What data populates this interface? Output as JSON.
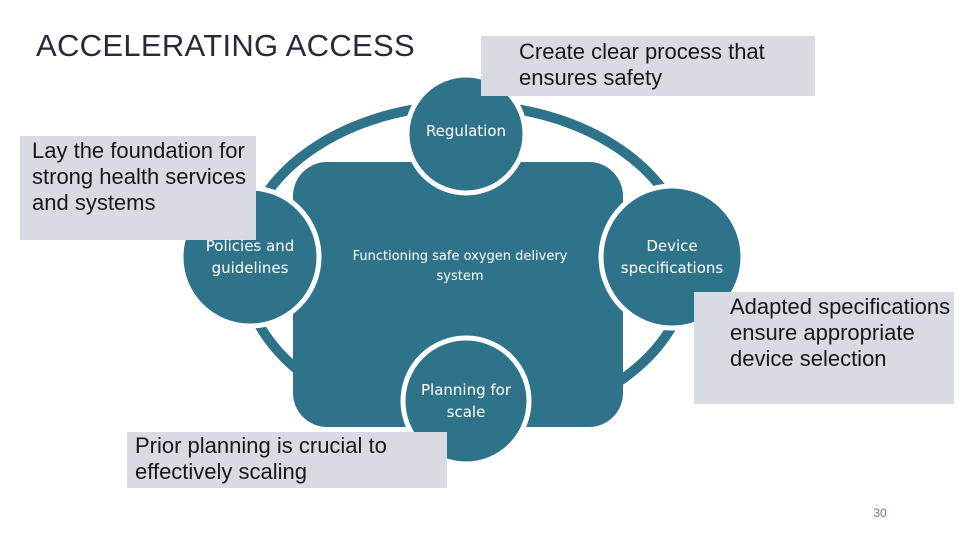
{
  "title": "ACCELERATING ACCESS",
  "notes": {
    "top": "Create clear process that ensures safety",
    "left": "Lay the foundation for strong health services and systems",
    "right": "Adapted specifications ensure appropriate device selection",
    "bottom": "Prior planning is crucial to effectively scaling"
  },
  "hub": "Functioning safe oxygen delivery system",
  "nodes": {
    "regulation": "Regulation",
    "policies": "Policies and guidelines",
    "device": "Device specifications",
    "planning": "Planning for scale"
  },
  "page_number": "30",
  "colors": {
    "primary": "#2e7389",
    "note_bg": "#d8dbe1",
    "border": "#ffffff"
  }
}
